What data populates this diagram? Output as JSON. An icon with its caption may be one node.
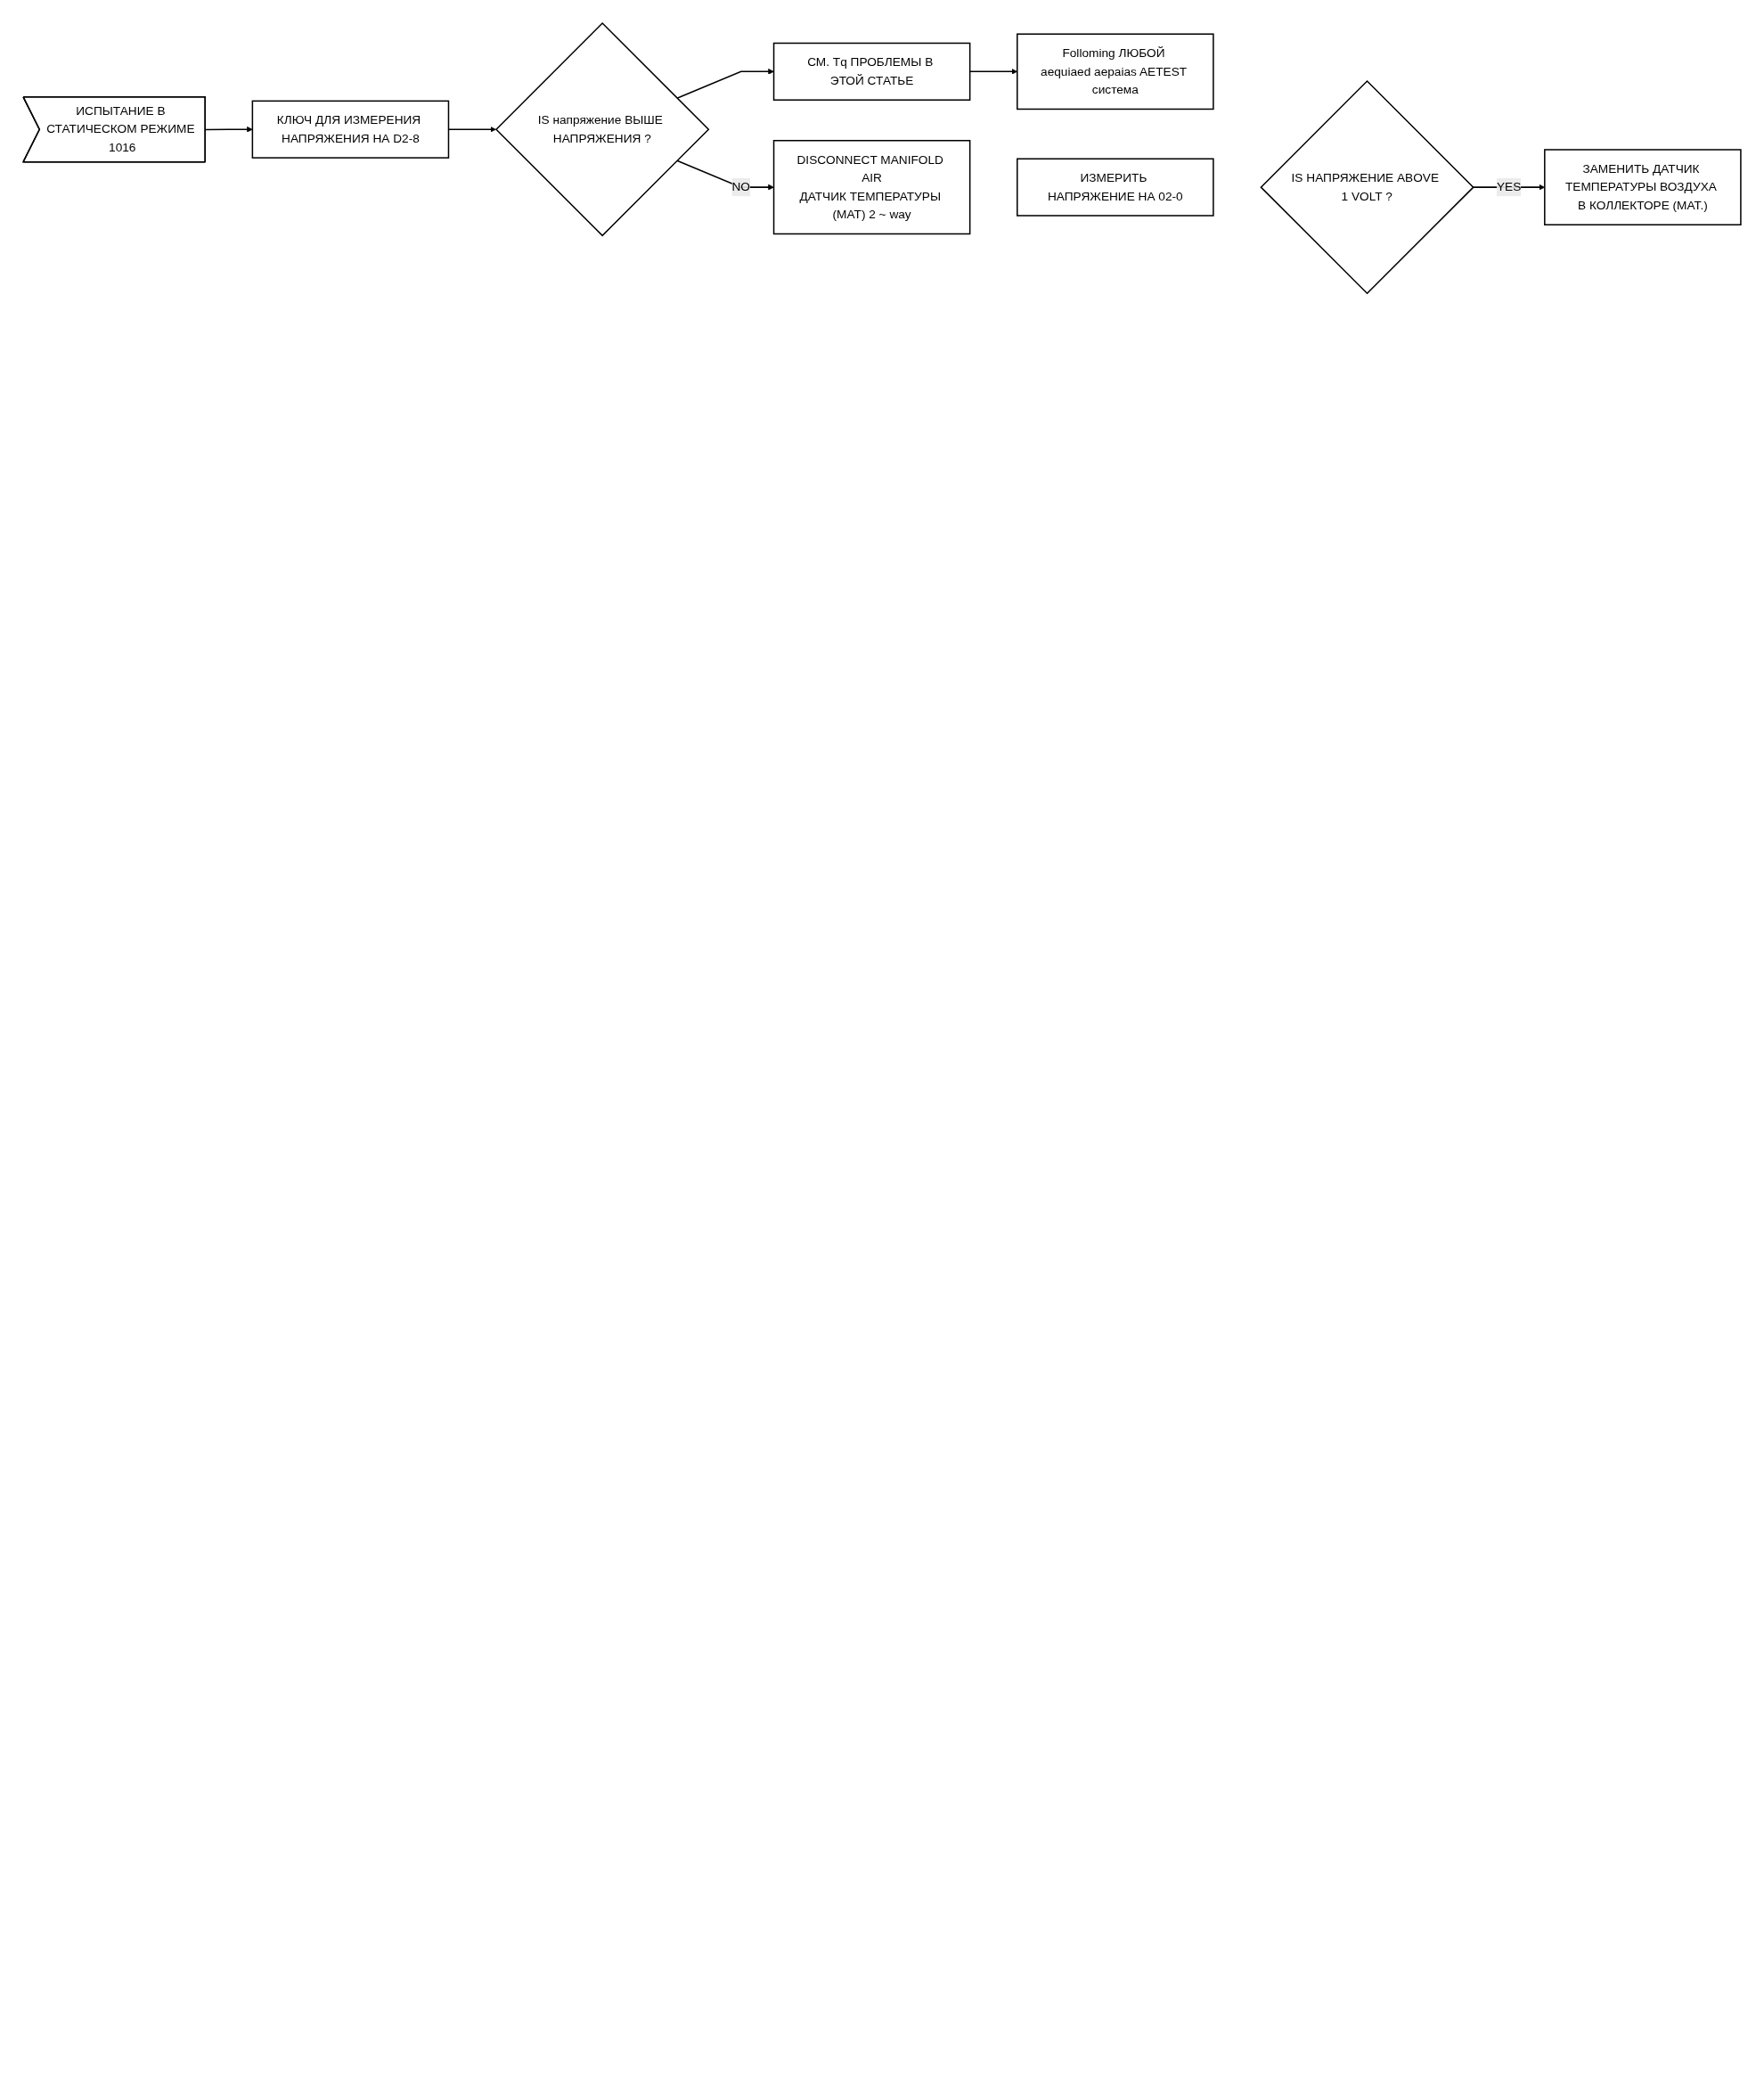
{
  "diagram": {
    "nodes": [
      {
        "text": [
          "ИСПЫТАНИЕ В СТАТИЧЕСКОМ РЕЖИМЕ 1016"
        ]
      },
      {
        "text": [
          "КЛЮЧ ДЛЯ ИЗМЕРЕНИЯ НАПРЯЖЕНИЯ НА D2-8"
        ]
      },
      {
        "text": [
          "IS напряжение ВЫШЕ НАПРЯЖЕНИЯ ?"
        ]
      },
      {
        "text": [
          "СМ. Tq ПРОБЛЕМЫ В ЭТОЙ СТАТЬЕ"
        ]
      },
      {
        "text": [
          "Folloming ЛЮБОЙ aequiaed aepaias AETEST система"
        ]
      },
      {
        "text": [
          "DISCONNECT MANIFOLD AIR",
          "ДАТЧИК ТЕМПЕРАТУРЫ (MAT) 2 ~ way"
        ]
      },
      {
        "text": [
          "ИЗМЕРИТЬ НАПРЯЖЕНИЕ НА 02-0"
        ]
      },
      {
        "text": [
          "IS НАПРЯЖЕНИЕ ABOVE 1 VOLT ?"
        ]
      },
      {
        "text": [
          "ЗАМЕНИТЬ ДАТЧИК ТЕМПЕРАТУРЫ ВОЗДУХА В КОЛЛЕКТОРЕ (MAT.)"
        ]
      }
    ],
    "edges": [
      {
        "from": 0,
        "to": 1,
        "arrow": "to"
      },
      {
        "from": 1,
        "to": 2,
        "arrow": "to"
      },
      {
        "from": 2,
        "to": 3,
        "arrow": "to"
      },
      {
        "from": 3,
        "to": 4,
        "arrow": "to"
      },
      {
        "from": 2,
        "to": 5,
        "arrow": "to",
        "label": "NO"
      },
      {
        "from": 7,
        "to": 8,
        "arrow": "to",
        "label": "YES"
      }
    ]
  }
}
